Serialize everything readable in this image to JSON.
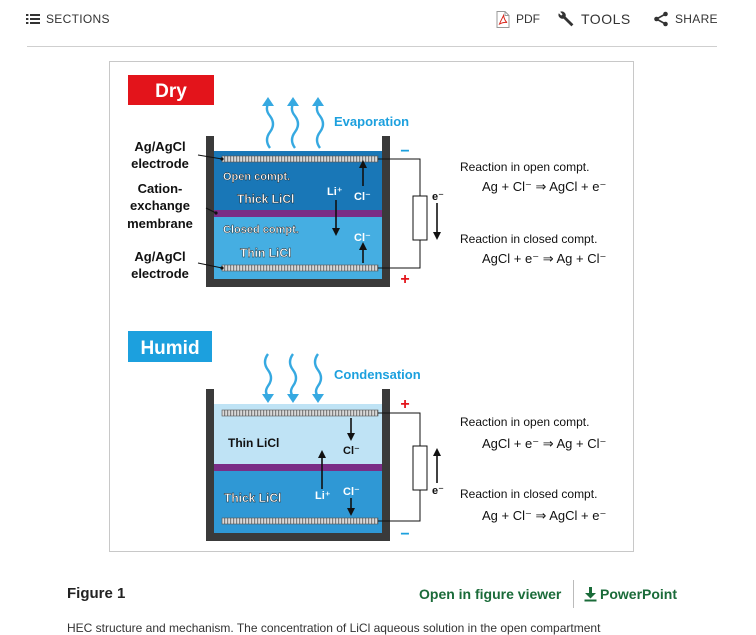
{
  "toolbar": {
    "sections_label": "SECTIONS",
    "pdf_label": "PDF",
    "tools_label": "TOOLS",
    "share_label": "SHARE"
  },
  "figure": {
    "dry": {
      "badge": "Dry",
      "badge_color": "#e3141b",
      "process": "Evaporation",
      "labels": {
        "electrode_top": [
          "Ag/AgCl",
          "electrode"
        ],
        "membrane": [
          "Cation-",
          "exchange",
          "membrane"
        ],
        "electrode_bottom": [
          "Ag/AgCl",
          "electrode"
        ]
      },
      "open_compt": "Open compt.",
      "open_solution": "Thick LiCl",
      "closed_compt": "Closed compt.",
      "closed_solution": "Thin LiCl",
      "ion_li": "Li⁺",
      "ion_cl_top": "Cl⁻",
      "ion_cl_bottom": "Cl⁻",
      "sign_top": "−",
      "sign_bottom": "+",
      "electron": "e⁻",
      "reaction_open_title": "Reaction in open compt.",
      "reaction_open_eq": "Ag + Cl⁻ ⇒ AgCl + e⁻",
      "reaction_closed_title": "Reaction in closed compt.",
      "reaction_closed_eq": "AgCl + e⁻ ⇒ Ag + Cl⁻"
    },
    "humid": {
      "badge": "Humid",
      "badge_color": "#1ca0de",
      "process": "Condensation",
      "open_solution": "Thin LiCl",
      "closed_solution": "Thick LiCl",
      "ion_cl_top": "Cl⁻",
      "ion_li": "Li⁺",
      "ion_cl_bottom": "Cl⁻",
      "sign_top": "+",
      "sign_bottom": "−",
      "electron": "e⁻",
      "reaction_open_title": "Reaction in open compt.",
      "reaction_open_eq": "AgCl + e⁻ ⇒ Ag + Cl⁻",
      "reaction_closed_title": "Reaction in closed compt.",
      "reaction_closed_eq": "Ag + Cl⁻ ⇒ AgCl + e⁻"
    },
    "colors": {
      "accent_blue": "#1ca0de",
      "thick_solution": "#1977b7",
      "thin_solution": "#45aee2",
      "humid_thin_solution": "#bfe3f5",
      "humid_thick_solution": "#2f98d5",
      "membrane": "#7a2d86",
      "cell_wall": "#3a3a3a"
    }
  },
  "caption": {
    "figure_label": "Figure 1",
    "open_viewer": "Open in figure viewer",
    "powerpoint": "PowerPoint",
    "text": "HEC structure and mechanism. The concentration of LiCl aqueous solution in the open compartment"
  },
  "link_color": "#1a6b39"
}
